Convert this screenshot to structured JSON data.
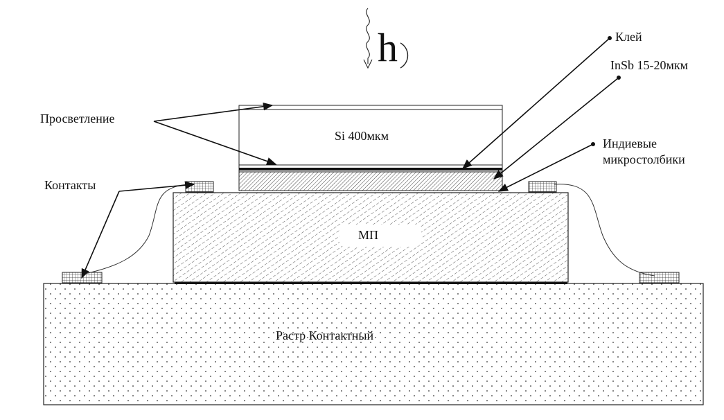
{
  "diagram": {
    "photon_symbol": "h",
    "labels": {
      "antireflection": "Просветление",
      "contacts": "Контакты",
      "glue": "Клей",
      "insb": "InSb 15-20мкм",
      "indium_bumps": "Индиевые\nмикростолбики",
      "si": "Si 400мкм",
      "mp": "МП",
      "raster": "Растр  Контактный"
    }
  }
}
